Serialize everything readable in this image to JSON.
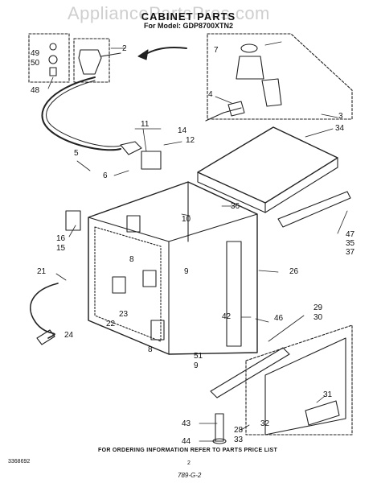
{
  "watermark": "AppliancePartsPros.com",
  "title": "CABINET PARTS",
  "model_line": "For Model: GDP8700XTN2",
  "callouts": [
    "49",
    "50",
    "48",
    "2",
    "7",
    "3",
    "4",
    "34",
    "11",
    "14",
    "12",
    "5",
    "6",
    "10",
    "36",
    "16",
    "15",
    "8",
    "9",
    "47",
    "35",
    "37",
    "21",
    "26",
    "23",
    "22",
    "8",
    "24",
    "51",
    "9",
    "42",
    "46",
    "29",
    "30",
    "31",
    "43",
    "28",
    "32",
    "44",
    "33"
  ],
  "footer": {
    "ordering_note": "FOR ORDERING INFORMATION REFER TO PARTS PRICE LIST",
    "part_number": "3368692",
    "page_number": "2",
    "handwritten_code": "789-G-2"
  }
}
